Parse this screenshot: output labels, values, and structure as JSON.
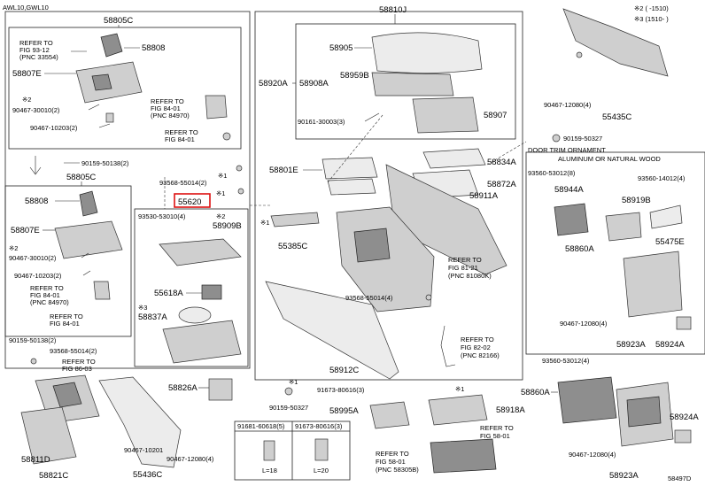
{
  "header": {
    "top_left": "AWL10,GWL10",
    "top_right_line1": "※2 ( -1510)",
    "top_right_line2": "※3 (1510- )"
  },
  "parts": {
    "p58810J": "58810J",
    "p58805C_top": "58805C",
    "p58808_top": "58808",
    "p58807E_top": "58807E",
    "p90467_30010_top": "90467-30010(2)",
    "p90467_10203_top": "90467-10203(2)",
    "p58805C_mid": "58805C",
    "p90159_50138_top": "90159-50138(2)",
    "p58808_bot": "58808",
    "p58807E_bot": "58807E",
    "p90467_30010_bot": "90467-30010(2)",
    "p90467_10203_bot": "90467-10203(2)",
    "p90159_50138_bot": "90159-50138(2)",
    "p93568_55014_l": "93568-55014(2)",
    "p58811D": "58811D",
    "p58821C": "58821C",
    "p55620": "55620",
    "p93530_53010": "93530-53010(4)",
    "p58909B": "58909B",
    "p55618A": "55618A",
    "p58837A": "58837A",
    "p93568_55014_mid": "93568-55014(2)",
    "p58826A": "58826A",
    "p55436C": "55436C",
    "p90467_10201": "90467-10201",
    "p90467_12080_mid": "90467-12080(4)",
    "p58905": "58905",
    "p58908A": "58908A",
    "p58959B": "58959B",
    "p58920A": "58920A",
    "p90161_30003": "90161-30003(3)",
    "p58907": "58907",
    "p58801E": "58801E",
    "p58834A": "58834A",
    "p58872A": "58872A",
    "p58911A": "58911A",
    "p55385C": "55385C",
    "p93568_55014_r": "93568-55014(4)",
    "p58912C": "58912C",
    "p90159_50327_bot": "90159-50327",
    "p91673_80616": "91673-80616(3)",
    "p58995A": "58995A",
    "p58918A": "58918A",
    "p55435C": "55435C",
    "p90467_12080_top_r": "90467-12080(4)",
    "p90159_50327_r": "90159-50327",
    "p93560_53012_a": "93560-53012(8)",
    "p58944A": "58944A",
    "p93560_14012": "93560-14012(4)",
    "p58919B": "58919B",
    "p55475E": "55475E",
    "p58860A_box": "58860A",
    "p90467_12080_box": "90467-12080(4)",
    "p58923A_box": "58923A",
    "p58924A_box": "58924A",
    "p93560_53012_b": "93560-53012(4)",
    "p58860A": "58860A",
    "p58924A": "58924A",
    "p90467_12080_br": "90467-12080(4)",
    "p58923A": "58923A"
  },
  "refs": {
    "r1_l1": "REFER TO",
    "r1_l2": "FIG 93-12",
    "r1_l3": "(PNC 33554)",
    "r2_l1": "REFER TO",
    "r2_l2": "FIG 84-01",
    "r2_l3": "(PNC 84970)",
    "r3_l1": "REFER TO",
    "r3_l2": "FIG 84-01",
    "r4_l1": "REFER TO",
    "r4_l2": "FIG 84-01",
    "r4_l3": "(PNC 84970)",
    "r5_l1": "REFER TO",
    "r5_l2": "FIG 84-01",
    "r6_l1": "REFER TO",
    "r6_l2": "FIG 86-03",
    "r7_l1": "REFER TO",
    "r7_l2": "FIG 81-21",
    "r7_l3": "(PNC 81080K)",
    "r8_l1": "REFER TO",
    "r8_l2": "FIG 82-02",
    "r8_l3": "(PNC 82166)",
    "r9_l1": "REFER TO",
    "r9_l2": "FIG 58-01",
    "r10_l1": "REFER TO",
    "r10_l2": "FIG 58-01",
    "r10_l3": "(PNC 58305B)"
  },
  "marks": {
    "m1": "※1",
    "m1b": "※1",
    "m1c": "※1",
    "m1d": "※1",
    "m1e": "※1",
    "m2": "※2",
    "m2b": "※2",
    "m3": "※3"
  },
  "door_box": {
    "title1": "DOOR TRIM ORNAMENT",
    "title2": "ALUMINUM OR NATURAL WOOD"
  },
  "fasteners": {
    "f1_code": "90159-50327",
    "f2_code": "91681-60618(5)",
    "f2_len": "L=18",
    "f3_code": "91673-80616(3)",
    "f3_len": "L=20"
  },
  "footer": {
    "code": "58497D"
  },
  "colors": {
    "highlight": "#dd1111",
    "line": "#222222",
    "part_fill": "#cfcfcf"
  }
}
